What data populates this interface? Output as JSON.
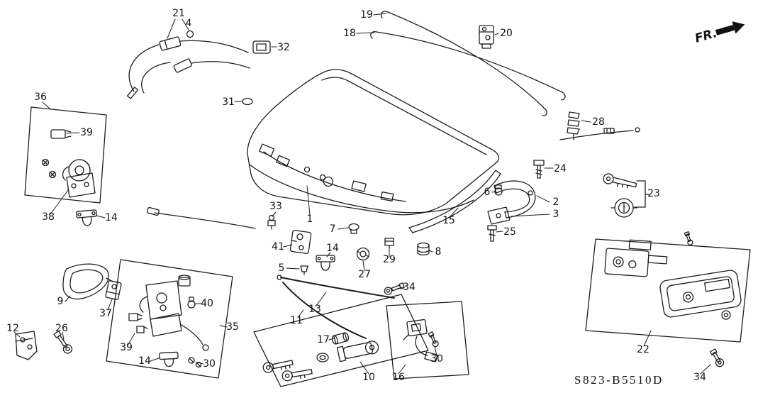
{
  "diagram": {
    "code": "S823-B5510D",
    "direction": "FR.",
    "labels": [
      {
        "part": "21"
      },
      {
        "part": "4"
      },
      {
        "part": "32"
      },
      {
        "part": "19"
      },
      {
        "part": "18"
      },
      {
        "part": "20"
      },
      {
        "part": "36"
      },
      {
        "part": "39"
      },
      {
        "part": "31"
      },
      {
        "part": "28"
      },
      {
        "part": "38"
      },
      {
        "part": "14"
      },
      {
        "part": "24"
      },
      {
        "part": "6"
      },
      {
        "part": "2"
      },
      {
        "part": "3"
      },
      {
        "part": "23"
      },
      {
        "part": "15"
      },
      {
        "part": "33"
      },
      {
        "part": "1"
      },
      {
        "part": "7"
      },
      {
        "part": "25"
      },
      {
        "part": "41"
      },
      {
        "part": "14"
      },
      {
        "part": "29"
      },
      {
        "part": "8"
      },
      {
        "part": "5"
      },
      {
        "part": "27"
      },
      {
        "part": "34"
      },
      {
        "part": "9"
      },
      {
        "part": "37"
      },
      {
        "part": "40"
      },
      {
        "part": "13"
      },
      {
        "part": "35"
      },
      {
        "part": "11"
      },
      {
        "part": "17"
      },
      {
        "part": "12"
      },
      {
        "part": "26"
      },
      {
        "part": "39"
      },
      {
        "part": "14"
      },
      {
        "part": "30"
      },
      {
        "part": "10"
      },
      {
        "part": "16"
      },
      {
        "part": "30"
      },
      {
        "part": "22"
      },
      {
        "part": "34"
      }
    ]
  }
}
